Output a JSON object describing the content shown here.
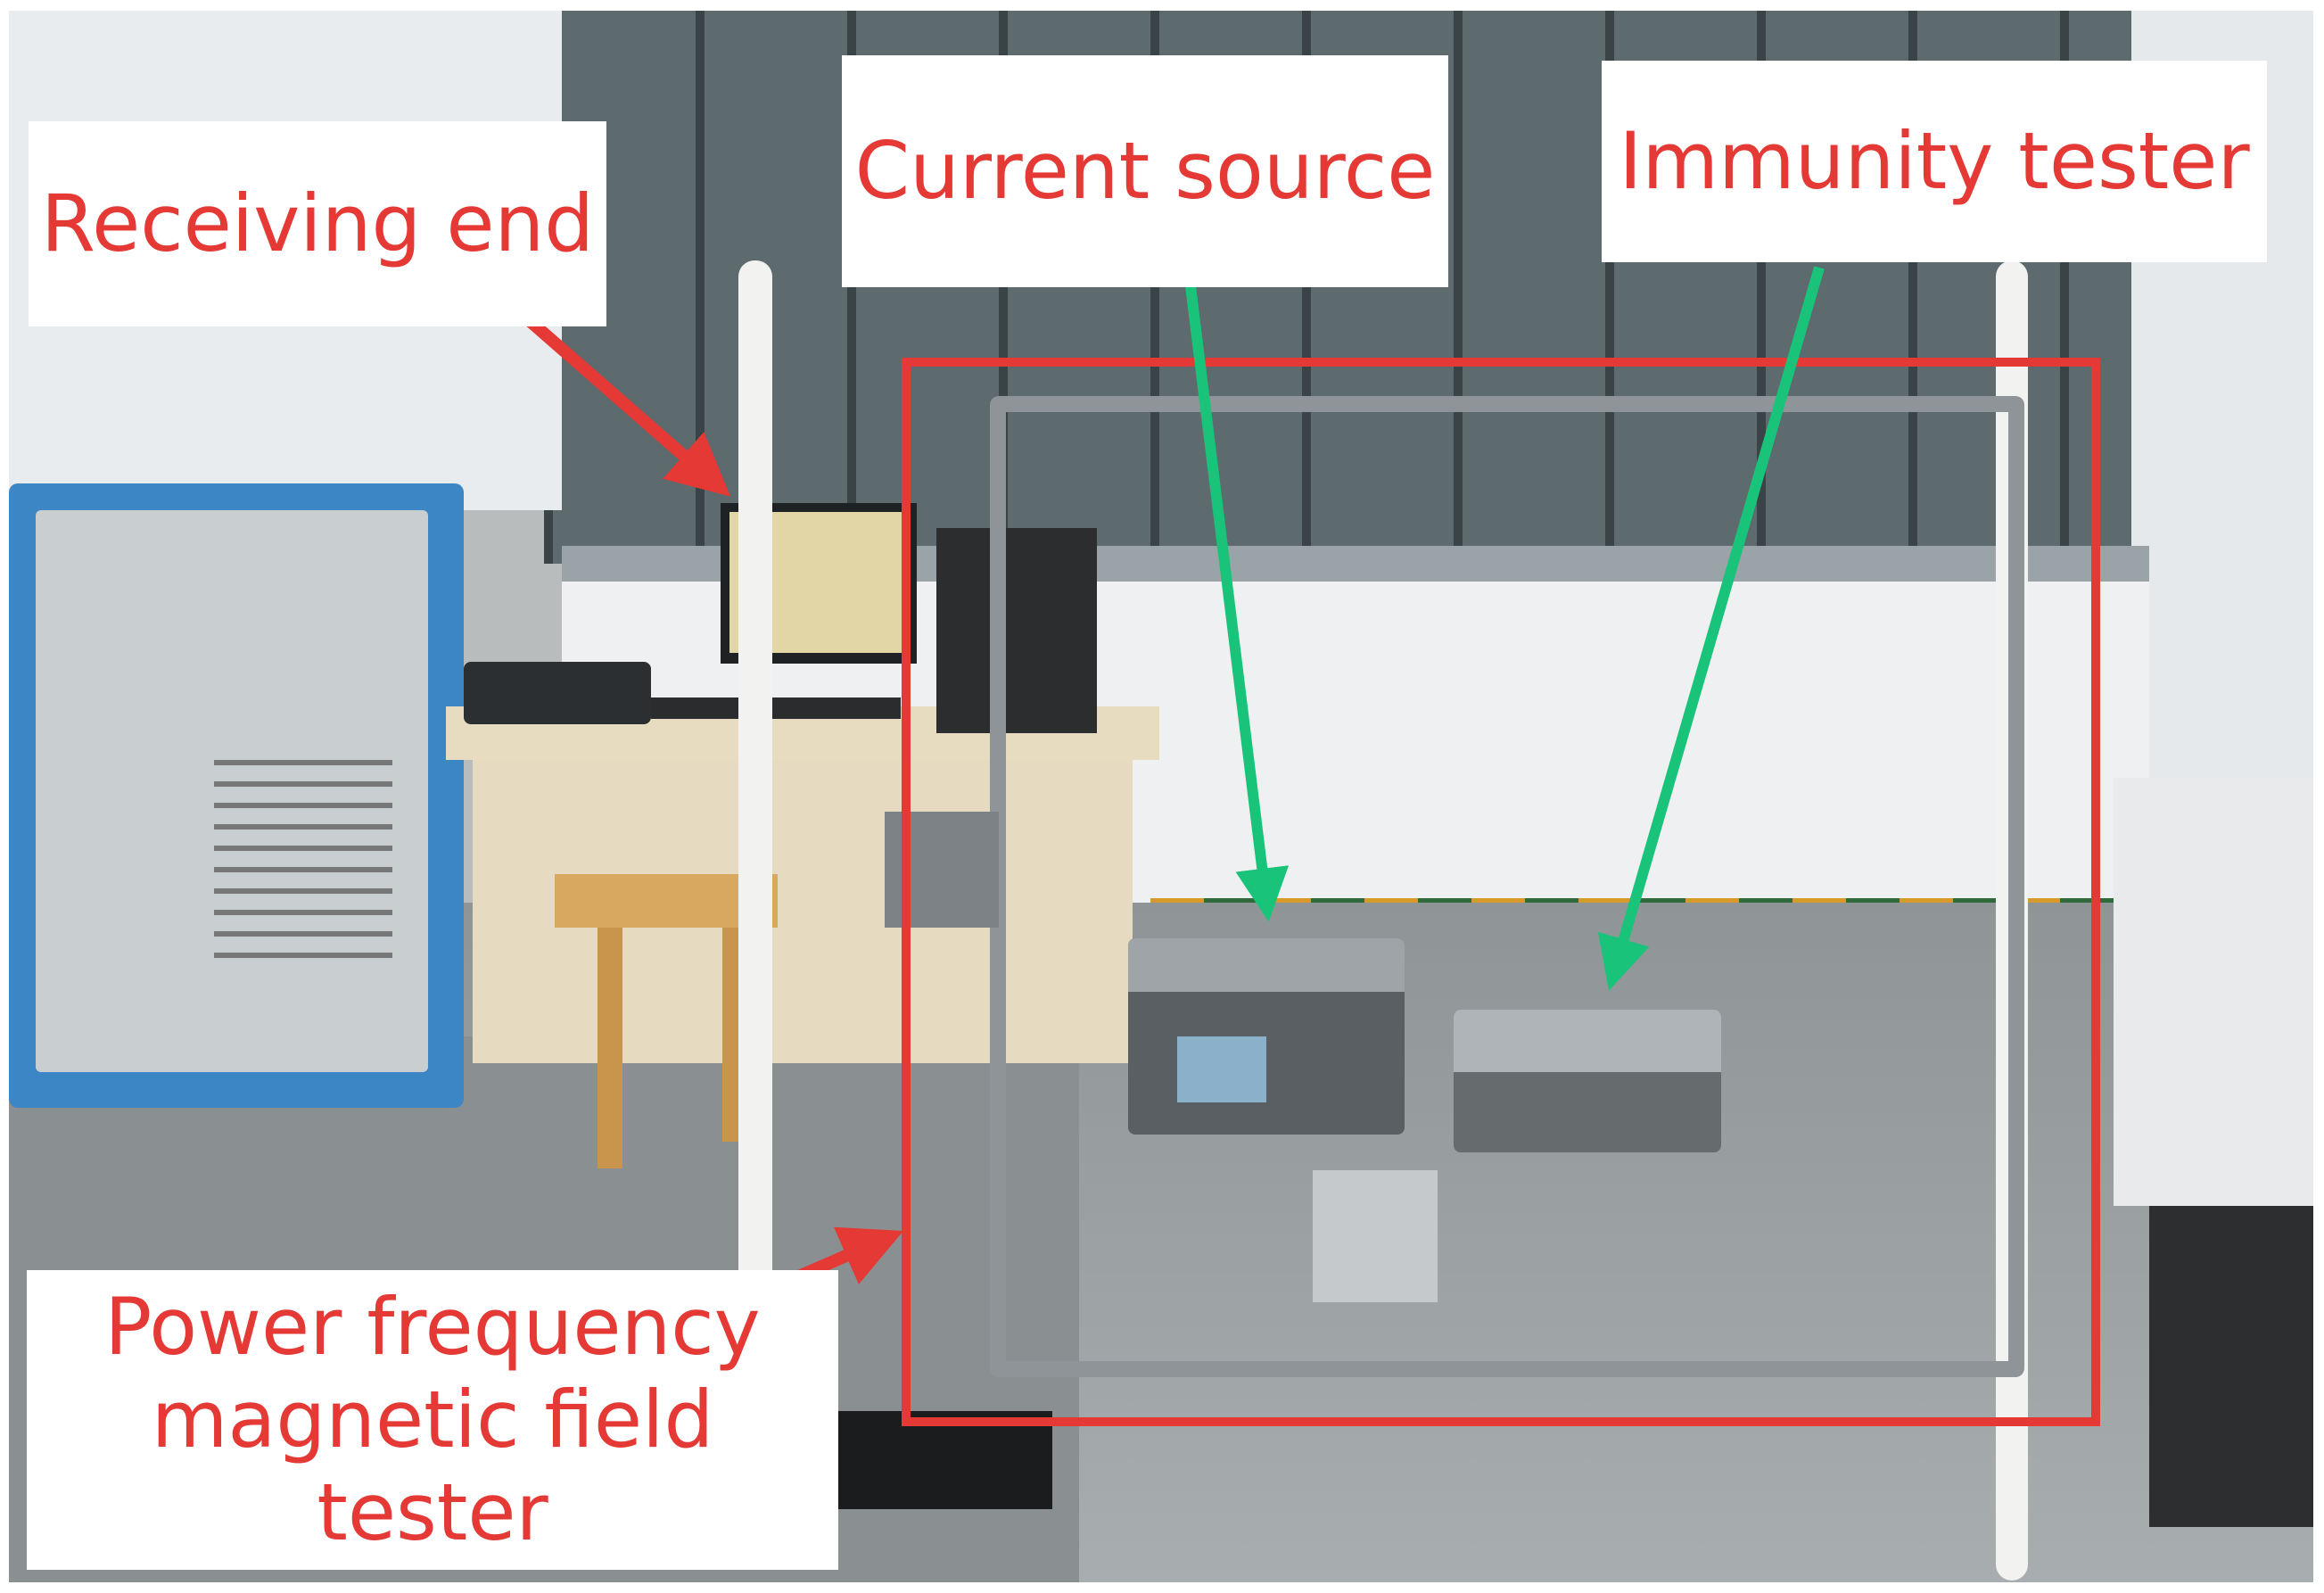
{
  "labels": {
    "receiving_end": "Receiving end",
    "current_source": "Current source",
    "immunity_tester": "Immunity tester",
    "power_frequency_line1": "Power frequency",
    "power_frequency_line2": "magnetic field tester"
  },
  "colors": {
    "label_text": "#e53935",
    "red_arrow": "#e53935",
    "green_arrow": "#19c47a",
    "highlight_box": "#e53935",
    "label_background": "#ffffff"
  }
}
